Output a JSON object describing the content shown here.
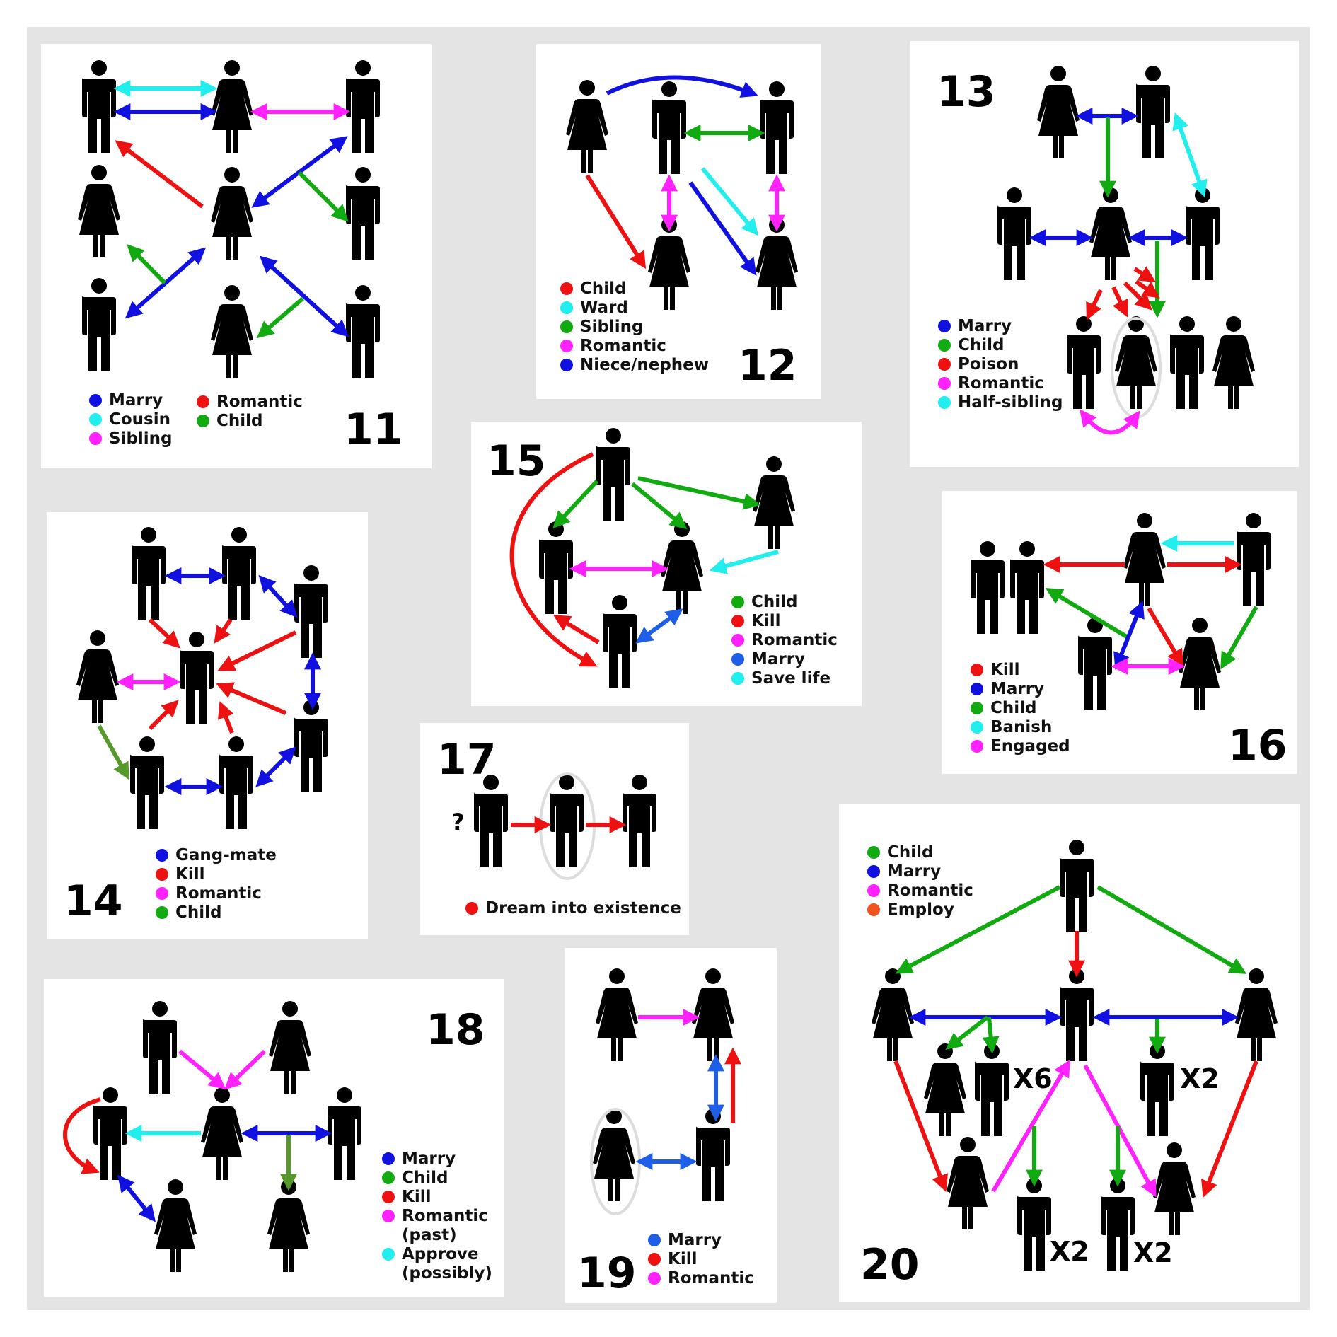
{
  "colors": {
    "blue": "#1010e0",
    "cyan": "#22eeee",
    "magenta": "#ff22ff",
    "red": "#ee1111",
    "green": "#11aa11",
    "olive": "#55992a",
    "lightblue": "#1f5fe8",
    "orange": "#ee5522",
    "figure": "#000000",
    "background": "#e4e4e4"
  },
  "panels": [
    {
      "id": "11",
      "number": "11",
      "legend": [
        {
          "label": "Marry",
          "color": "blue"
        },
        {
          "label": "Cousin",
          "color": "cyan"
        },
        {
          "label": "Sibling",
          "color": "magenta"
        },
        {
          "label": "Romantic",
          "color": "red"
        },
        {
          "label": "Child",
          "color": "green"
        }
      ]
    },
    {
      "id": "12",
      "number": "12",
      "legend": [
        {
          "label": "Child",
          "color": "red"
        },
        {
          "label": "Ward",
          "color": "cyan"
        },
        {
          "label": "Sibling",
          "color": "green"
        },
        {
          "label": "Romantic",
          "color": "magenta"
        },
        {
          "label": "Niece/nephew",
          "color": "blue"
        }
      ]
    },
    {
      "id": "13",
      "number": "13",
      "legend": [
        {
          "label": "Marry",
          "color": "blue"
        },
        {
          "label": "Child",
          "color": "green"
        },
        {
          "label": "Poison",
          "color": "red"
        },
        {
          "label": "Romantic",
          "color": "magenta"
        },
        {
          "label": "Half-sibling",
          "color": "cyan"
        }
      ]
    },
    {
      "id": "14",
      "number": "14",
      "legend": [
        {
          "label": "Gang-mate",
          "color": "blue"
        },
        {
          "label": "Kill",
          "color": "red"
        },
        {
          "label": "Romantic",
          "color": "magenta"
        },
        {
          "label": "Child",
          "color": "green"
        }
      ]
    },
    {
      "id": "15",
      "number": "15",
      "legend": [
        {
          "label": "Child",
          "color": "green"
        },
        {
          "label": "Kill",
          "color": "red"
        },
        {
          "label": "Romantic",
          "color": "magenta"
        },
        {
          "label": "Marry",
          "color": "lightblue"
        },
        {
          "label": "Save life",
          "color": "cyan"
        }
      ]
    },
    {
      "id": "16",
      "number": "16",
      "legend": [
        {
          "label": "Kill",
          "color": "red"
        },
        {
          "label": "Marry",
          "color": "blue"
        },
        {
          "label": "Child",
          "color": "green"
        },
        {
          "label": "Banish",
          "color": "cyan"
        },
        {
          "label": "Engaged",
          "color": "magenta"
        }
      ]
    },
    {
      "id": "17",
      "number": "17",
      "question_mark": "?",
      "legend": [
        {
          "label": "Dream into existence",
          "color": "red"
        }
      ]
    },
    {
      "id": "18",
      "number": "18",
      "legend": [
        {
          "label": "Marry",
          "color": "blue"
        },
        {
          "label": "Child",
          "color": "green"
        },
        {
          "label": "Kill",
          "color": "red"
        },
        {
          "label": "Romantic\n(past)",
          "color": "magenta"
        },
        {
          "label": "Approve\n(possibly)",
          "color": "cyan"
        }
      ]
    },
    {
      "id": "19",
      "number": "19",
      "legend": [
        {
          "label": "Marry",
          "color": "lightblue"
        },
        {
          "label": "Kill",
          "color": "red"
        },
        {
          "label": "Romantic",
          "color": "magenta"
        }
      ]
    },
    {
      "id": "20",
      "number": "20",
      "multipliers": [
        "X6",
        "X2",
        "X2",
        "X2"
      ],
      "legend": [
        {
          "label": "Child",
          "color": "green"
        },
        {
          "label": "Marry",
          "color": "blue"
        },
        {
          "label": "Romantic",
          "color": "magenta"
        },
        {
          "label": "Employ",
          "color": "orange"
        }
      ]
    }
  ]
}
